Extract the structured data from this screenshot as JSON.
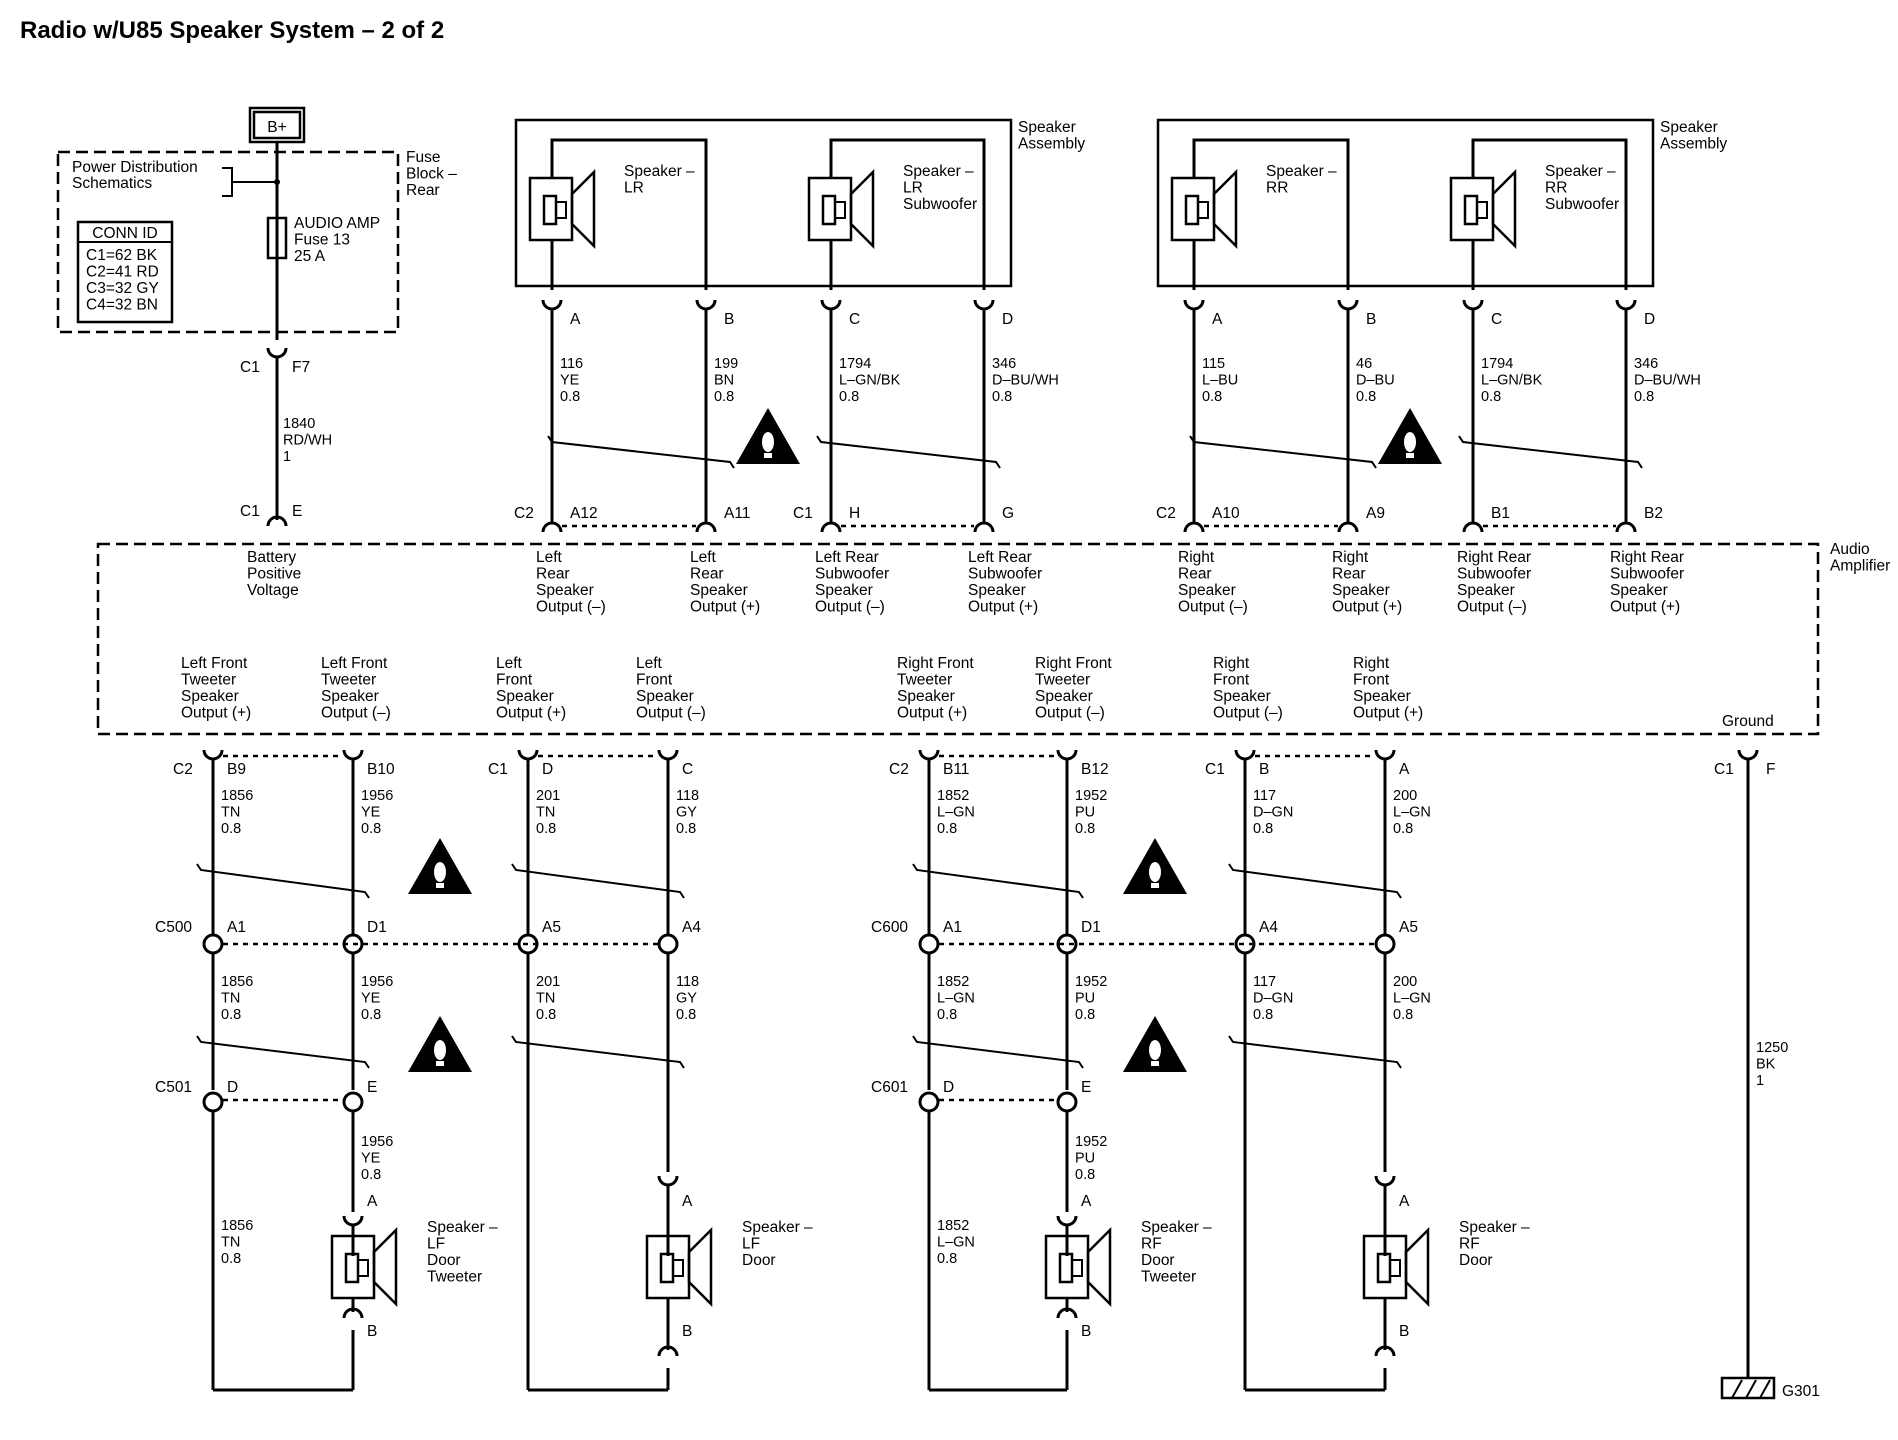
{
  "title": "Radio w/U85 Speaker System – 2 of 2",
  "power": {
    "bplus": "B+",
    "pds_1": "Power Distribution",
    "pds_2": "Schematics",
    "fuse_block": [
      "Fuse",
      "Block –",
      "Rear"
    ],
    "fuse": [
      "AUDIO AMP",
      "Fuse 13",
      "25 A"
    ],
    "conn_id_title": "CONN ID",
    "conn_id_rows": [
      "C1=62 BK",
      "C2=41 RD",
      "C3=32 GY",
      "C4=32 BN"
    ],
    "top_conn": "C1",
    "top_pin": "F7",
    "wire": [
      "1840",
      "RD/WH",
      "1"
    ],
    "amp_conn": "C1",
    "amp_pin": "E",
    "amp_label": [
      "Battery",
      "Positive",
      "Voltage"
    ]
  },
  "rear_left": {
    "assembly": [
      "Speaker",
      "Assembly"
    ],
    "spk1": [
      "Speaker –",
      "LR"
    ],
    "spk2": [
      "Speaker –",
      "LR",
      "Subwoofer"
    ],
    "pins_top": [
      "A",
      "B",
      "C",
      "D"
    ],
    "wires": [
      [
        "116",
        "YE",
        "0.8"
      ],
      [
        "199",
        "BN",
        "0.8"
      ],
      [
        "1794",
        "L–GN/BK",
        "0.8"
      ],
      [
        "346",
        "D–BU/WH",
        "0.8"
      ]
    ],
    "conn_a": "C2",
    "conn_b": "C1",
    "pins_amp": [
      "A12",
      "A11",
      "H",
      "G"
    ],
    "outputs": [
      [
        "Left",
        "Rear",
        "Speaker",
        "Output (–)"
      ],
      [
        "Left",
        "Rear",
        "Speaker",
        "Output (+)"
      ],
      [
        "Left Rear",
        "Subwoofer",
        "Speaker",
        "Output (–)"
      ],
      [
        "Left Rear",
        "Subwoofer",
        "Speaker",
        "Output (+)"
      ]
    ]
  },
  "rear_right": {
    "assembly": [
      "Speaker",
      "Assembly"
    ],
    "spk1": [
      "Speaker –",
      "RR"
    ],
    "spk2": [
      "Speaker –",
      "RR",
      "Subwoofer"
    ],
    "pins_top": [
      "A",
      "B",
      "C",
      "D"
    ],
    "wires": [
      [
        "115",
        "L–BU",
        "0.8"
      ],
      [
        "46",
        "D–BU",
        "0.8"
      ],
      [
        "1794",
        "L–GN/BK",
        "0.8"
      ],
      [
        "346",
        "D–BU/WH",
        "0.8"
      ]
    ],
    "conn_a": "C2",
    "pins_amp": [
      "A10",
      "A9",
      "B1",
      "B2"
    ],
    "outputs": [
      [
        "Right",
        "Rear",
        "Speaker",
        "Output (–)"
      ],
      [
        "Right",
        "Rear",
        "Speaker",
        "Output (+)"
      ],
      [
        "Right Rear",
        "Subwoofer",
        "Speaker",
        "Output (–)"
      ],
      [
        "Right Rear",
        "Subwoofer",
        "Speaker",
        "Output (+)"
      ]
    ]
  },
  "amplifier": {
    "label": [
      "Audio",
      "Amplifier"
    ],
    "ground_label": "Ground",
    "ground_conn": "C1",
    "ground_pin": "F"
  },
  "front_left": {
    "outputs": [
      [
        "Left Front",
        "Tweeter",
        "Speaker",
        "Output (+)"
      ],
      [
        "Left Front",
        "Tweeter",
        "Speaker",
        "Output (–)"
      ],
      [
        "Left",
        "Front",
        "Speaker",
        "Output (+)"
      ],
      [
        "Left",
        "Front",
        "Speaker",
        "Output (–)"
      ]
    ],
    "amp_conn_a": "C2",
    "amp_conn_b": "C1",
    "amp_pins": [
      "B9",
      "B10",
      "D",
      "C"
    ],
    "wires_a": [
      [
        "1856",
        "TN",
        "0.8"
      ],
      [
        "1956",
        "YE",
        "0.8"
      ],
      [
        "201",
        "TN",
        "0.8"
      ],
      [
        "118",
        "GY",
        "0.8"
      ]
    ],
    "inline1": "C500",
    "inline1_pins": [
      "A1",
      "D1",
      "A5",
      "A4"
    ],
    "wires_b": [
      [
        "1856",
        "TN",
        "0.8"
      ],
      [
        "1956",
        "YE",
        "0.8"
      ],
      [
        "201",
        "TN",
        "0.8"
      ],
      [
        "118",
        "GY",
        "0.8"
      ]
    ],
    "inline2": "C501",
    "inline2_pins": [
      "D",
      "E"
    ],
    "wire_tw": [
      "1956",
      "YE",
      "0.8"
    ],
    "wire_ret": [
      "1856",
      "TN",
      "0.8"
    ],
    "spk_pins": [
      "A",
      "B"
    ],
    "tweeter": [
      "Speaker –",
      "LF",
      "Door",
      "Tweeter"
    ],
    "door": [
      "Speaker –",
      "LF",
      "Door"
    ]
  },
  "front_right": {
    "outputs": [
      [
        "Right Front",
        "Tweeter",
        "Speaker",
        "Output (+)"
      ],
      [
        "Right Front",
        "Tweeter",
        "Speaker",
        "Output (–)"
      ],
      [
        "Right",
        "Front",
        "Speaker",
        "Output (–)"
      ],
      [
        "Right",
        "Front",
        "Speaker",
        "Output (+)"
      ]
    ],
    "amp_conn_a": "C2",
    "amp_conn_b": "C1",
    "amp_pins": [
      "B11",
      "B12",
      "B",
      "A"
    ],
    "wires_a": [
      [
        "1852",
        "L–GN",
        "0.8"
      ],
      [
        "1952",
        "PU",
        "0.8"
      ],
      [
        "117",
        "D–GN",
        "0.8"
      ],
      [
        "200",
        "L–GN",
        "0.8"
      ]
    ],
    "inline1": "C600",
    "inline1_pins": [
      "A1",
      "D1",
      "A4",
      "A5"
    ],
    "wires_b": [
      [
        "1852",
        "L–GN",
        "0.8"
      ],
      [
        "1952",
        "PU",
        "0.8"
      ],
      [
        "117",
        "D–GN",
        "0.8"
      ],
      [
        "200",
        "L–GN",
        "0.8"
      ]
    ],
    "inline2": "C601",
    "inline2_pins": [
      "D",
      "E"
    ],
    "wire_tw": [
      "1952",
      "PU",
      "0.8"
    ],
    "wire_ret": [
      "1852",
      "L–GN",
      "0.8"
    ],
    "spk_pins": [
      "A",
      "B"
    ],
    "tweeter": [
      "Speaker –",
      "RF",
      "Door",
      "Tweeter"
    ],
    "door": [
      "Speaker –",
      "RF",
      "Door"
    ]
  },
  "ground": {
    "wire": [
      "1250",
      "BK",
      "1"
    ],
    "point": "G301"
  }
}
